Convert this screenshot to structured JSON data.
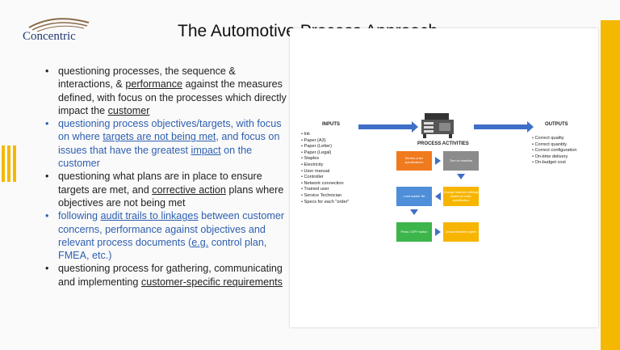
{
  "logo": {
    "text": "Concentric"
  },
  "slide": {
    "title": "The Automotive Process Approach"
  },
  "bullets": [
    {
      "color": "black",
      "parts": [
        {
          "t": "questioning processes, the sequence & interactions, & "
        },
        {
          "t": "performance",
          "u": true
        },
        {
          "t": " against the measures defined, with focus on the processes which directly impact the "
        },
        {
          "t": "customer",
          "u": true
        }
      ]
    },
    {
      "color": "blue",
      "parts": [
        {
          "t": "questioning process objectives/targets, with focus on where "
        },
        {
          "t": "targets are not being met",
          "u": true
        },
        {
          "t": ", and focus on issues that have the greatest "
        },
        {
          "t": "impact",
          "u": true
        },
        {
          "t": " on the customer"
        }
      ]
    },
    {
      "color": "black",
      "parts": [
        {
          "t": "questioning what plans are in place to ensure targets are met, and "
        },
        {
          "t": "corrective action",
          "u": true
        },
        {
          "t": " plans where objectives are not being met"
        }
      ]
    },
    {
      "color": "blue",
      "parts": [
        {
          "t": "following "
        },
        {
          "t": "audit trails to linkages",
          "u": true
        },
        {
          "t": " between customer concerns, performance against objectives and relevant process documents ("
        },
        {
          "t": "e.g.",
          "u": true
        },
        {
          "t": " control plan, FMEA, etc.)"
        }
      ]
    },
    {
      "color": "black",
      "parts": [
        {
          "t": "questioning process for gathering, communicating and implementing "
        },
        {
          "t": "customer-specific requirements",
          "u": true
        }
      ]
    }
  ],
  "diagram": {
    "inputs_title": "INPUTS",
    "outputs_title": "OUTPUTS",
    "activities_title": "PROCESS ACTIVITIES",
    "inputs": [
      "Ink",
      "Paper (A3)",
      "Paper (Letter)",
      "Paper (Legal)",
      "Staples",
      "Electricity",
      "User manual",
      "Controller",
      "Network connection",
      "Trained user",
      "Service Technician",
      "Specs for each \"order\""
    ],
    "outputs": [
      "Correct quality",
      "Correct quantity",
      "Correct configuration",
      "On-time delivery",
      "On-budget cost"
    ],
    "steps": [
      {
        "label": "Review order specifications",
        "color": "#f07a1e"
      },
      {
        "label": "Turn on machine",
        "color": "#8c8c8c"
      },
      {
        "label": "Load master file",
        "color": "#4f8ed8"
      },
      {
        "label": "Change machine settings based on order specification",
        "color": "#f7b500"
      },
      {
        "label": "Press COPY button",
        "color": "#3cb54a"
      },
      {
        "label": "Unload finished copies",
        "color": "#f7b500"
      }
    ]
  },
  "colors": {
    "accent": "#f5b800",
    "link_blue": "#2e5fb0",
    "arrow_blue": "#3f6fc6"
  }
}
